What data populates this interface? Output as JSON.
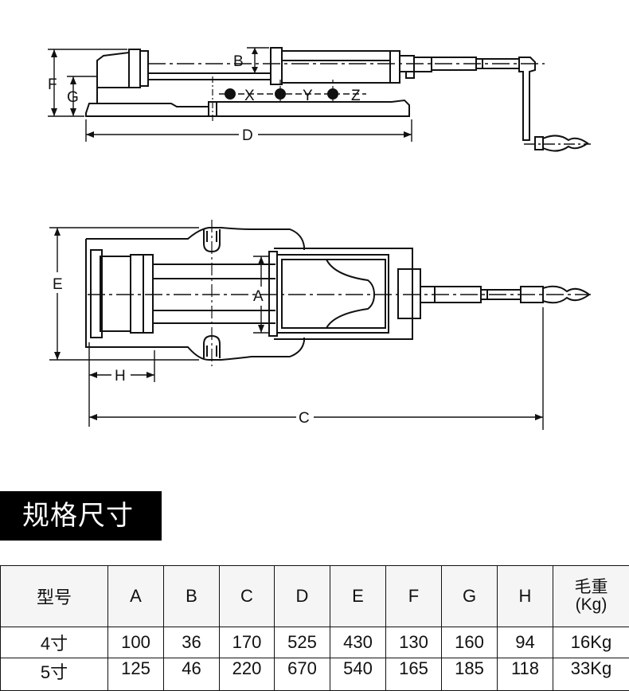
{
  "diagram": {
    "side_view_labels": [
      "B",
      "F",
      "G",
      "X",
      "Y",
      "Z",
      "D"
    ],
    "top_view_labels": [
      "E",
      "A",
      "H",
      "C"
    ]
  },
  "section_title": "规格尺寸",
  "table": {
    "headers": [
      "型号",
      "A",
      "B",
      "C",
      "D",
      "E",
      "F",
      "G",
      "H",
      "毛重\n(Kg)"
    ],
    "rows": [
      [
        "4寸",
        "100",
        "36",
        "170",
        "525",
        "430",
        "130",
        "160",
        "94",
        "16Kg"
      ],
      [
        "5寸",
        "125",
        "46",
        "220",
        "670",
        "540",
        "165",
        "185",
        "118",
        "33Kg"
      ]
    ]
  },
  "colors": {
    "title_bg": "#000000",
    "header_bg": "#f5f5f5",
    "line": "#111111"
  }
}
